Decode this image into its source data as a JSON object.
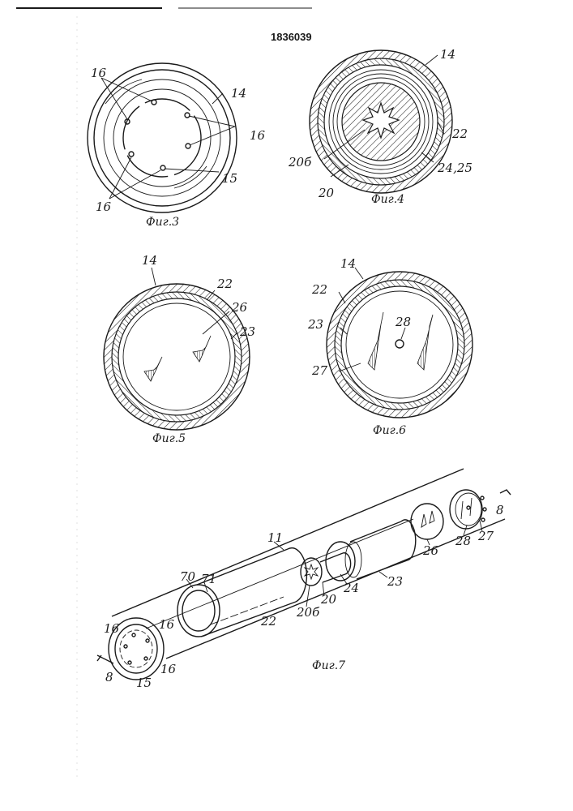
{
  "patent_number": "1836039",
  "figures": {
    "fig3": {
      "caption": "Фиг.3",
      "labels": [
        "16",
        "14",
        "16",
        "15",
        "16"
      ]
    },
    "fig4": {
      "caption": "Фиг.4",
      "labels": [
        "14",
        "22",
        "20б",
        "24,25",
        "20"
      ]
    },
    "fig5": {
      "caption": "Фиг.5",
      "labels": [
        "14",
        "22",
        "26",
        "23"
      ]
    },
    "fig6": {
      "caption": "Фиг.6",
      "labels": [
        "14",
        "22",
        "23",
        "28",
        "27"
      ]
    },
    "fig7": {
      "caption": "Фиг.7",
      "labels": [
        "11",
        "70",
        "71",
        "22",
        "20б",
        "20",
        "24",
        "23",
        "26",
        "28",
        "27",
        "8",
        "8",
        "16",
        "16",
        "16",
        "15"
      ]
    }
  }
}
